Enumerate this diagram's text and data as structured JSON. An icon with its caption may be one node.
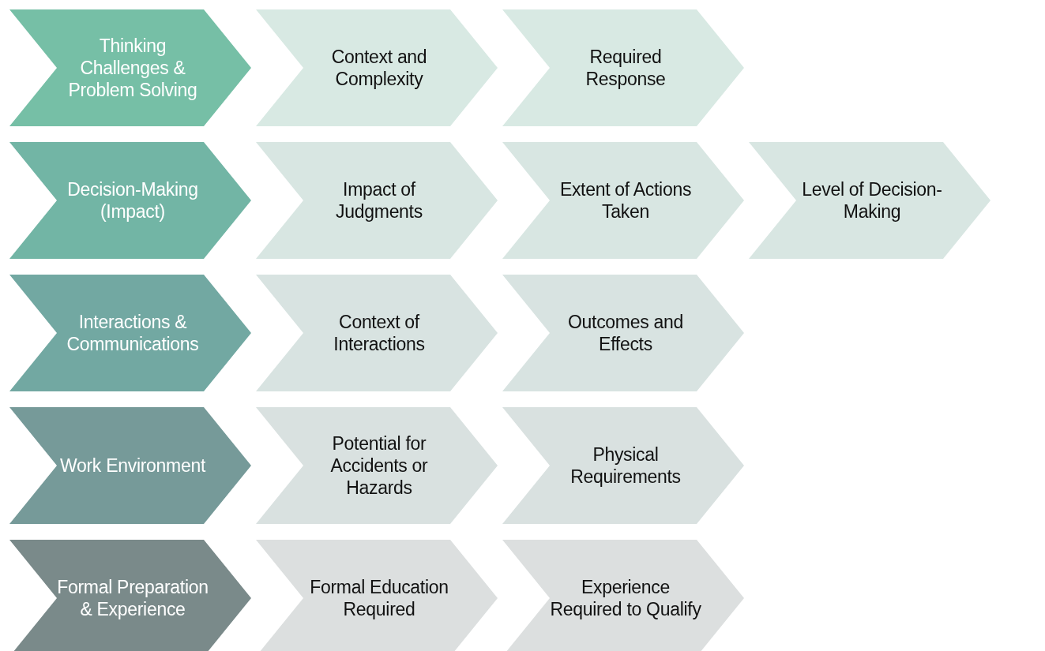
{
  "diagram": {
    "nodes": [
      {
        "text": [
          "Thinking Challenges & Problem Solving"
        ]
      },
      {
        "text": [
          "Context and Complexity"
        ]
      },
      {
        "text": [
          "Required Response"
        ]
      },
      {
        "text": [
          "Decision-Making (Impact)"
        ]
      },
      {
        "text": [
          "Impact of Judgments"
        ]
      },
      {
        "text": [
          "Extent of Actions Taken"
        ]
      },
      {
        "text": [
          "Level of Decision-Making"
        ]
      },
      {
        "text": [
          "Interactions & Communications"
        ]
      },
      {
        "text": [
          "Context of Interactions"
        ]
      },
      {
        "text": [
          "Outcomes and Effects"
        ]
      },
      {
        "text": [
          "Work Environment"
        ]
      },
      {
        "text": [
          "Potential for Accidents or Hazards"
        ]
      },
      {
        "text": [
          "Physical Requirements"
        ]
      },
      {
        "text": [
          "Formal Preparation & Experience"
        ]
      },
      {
        "text": [
          "Formal Education Required"
        ]
      },
      {
        "text": [
          "Experience Required to Qualify"
        ]
      }
    ]
  }
}
